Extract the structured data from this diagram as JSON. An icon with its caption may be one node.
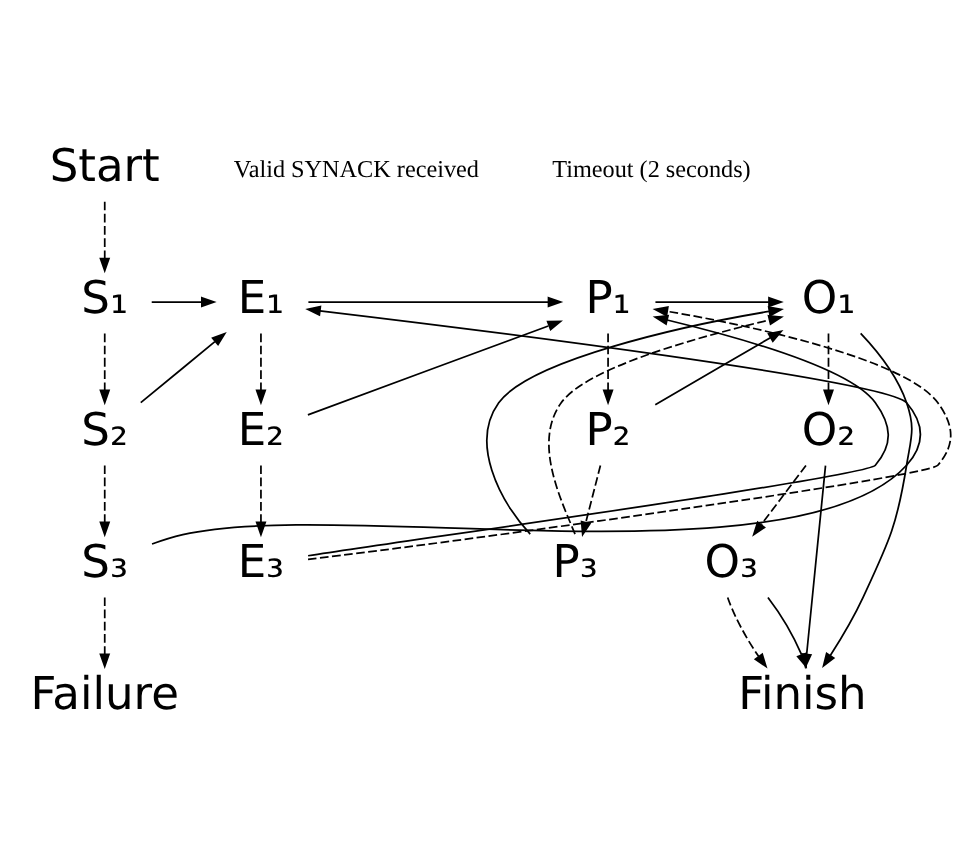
{
  "diagram": {
    "nodes": [
      {
        "text": [
          "Start"
        ]
      },
      {
        "text": [
          "S₁"
        ]
      },
      {
        "text": [
          "S₂"
        ]
      },
      {
        "text": [
          "S₃"
        ]
      },
      {
        "text": [
          "E₁"
        ]
      },
      {
        "text": [
          "E₂"
        ]
      },
      {
        "text": [
          "E₃"
        ]
      },
      {
        "text": [
          "P₁"
        ]
      },
      {
        "text": [
          "P₂"
        ]
      },
      {
        "text": [
          "P₃"
        ]
      },
      {
        "text": [
          "O₁"
        ]
      },
      {
        "text": [
          "O₂"
        ]
      },
      {
        "text": [
          "O₃"
        ]
      },
      {
        "text": [
          "Failure"
        ]
      },
      {
        "text": [
          "Finish"
        ]
      }
    ],
    "edges": [
      {
        "from": 0,
        "to": 1,
        "arrow": "to",
        "style": "dashed"
      },
      {
        "from": 1,
        "to": 2,
        "arrow": "to",
        "style": "dashed"
      },
      {
        "from": 2,
        "to": 3,
        "arrow": "to",
        "style": "dashed"
      },
      {
        "from": 3,
        "to": 13,
        "arrow": "to",
        "style": "dashed"
      },
      {
        "from": 1,
        "to": 4,
        "arrow": "to"
      },
      {
        "from": 2,
        "to": 4,
        "arrow": "to"
      },
      {
        "from": 3,
        "to": 4,
        "arrow": "to"
      },
      {
        "from": 4,
        "to": 5,
        "arrow": "to",
        "style": "dashed"
      },
      {
        "from": 5,
        "to": 6,
        "arrow": "to",
        "style": "dashed"
      },
      {
        "from": 4,
        "to": 7,
        "arrow": "to"
      },
      {
        "from": 5,
        "to": 7,
        "arrow": "to"
      },
      {
        "from": 6,
        "to": 7,
        "arrow": "to"
      },
      {
        "from": 6,
        "to": 7,
        "arrow": "to",
        "style": "dashed"
      },
      {
        "from": 7,
        "to": 8,
        "arrow": "to",
        "style": "dashed"
      },
      {
        "from": 8,
        "to": 9,
        "arrow": "to",
        "style": "dashed"
      },
      {
        "from": 7,
        "to": 10,
        "arrow": "to"
      },
      {
        "from": 8,
        "to": 10,
        "arrow": "to"
      },
      {
        "from": 9,
        "to": 10,
        "arrow": "to"
      },
      {
        "from": 9,
        "to": 10,
        "arrow": "to",
        "style": "dashed"
      },
      {
        "from": 10,
        "to": 11,
        "arrow": "to",
        "style": "dashed"
      },
      {
        "from": 11,
        "to": 12,
        "arrow": "to",
        "style": "dashed"
      },
      {
        "from": 12,
        "to": 14,
        "arrow": "to",
        "style": "dashed"
      },
      {
        "from": 10,
        "to": 14,
        "arrow": "to"
      },
      {
        "from": 11,
        "to": 14,
        "arrow": "to"
      },
      {
        "from": 12,
        "to": 14,
        "arrow": "to"
      }
    ],
    "legend": [
      {
        "text": "Valid SYNACK received"
      },
      {
        "text": "Timeout (2 seconds)"
      }
    ]
  }
}
